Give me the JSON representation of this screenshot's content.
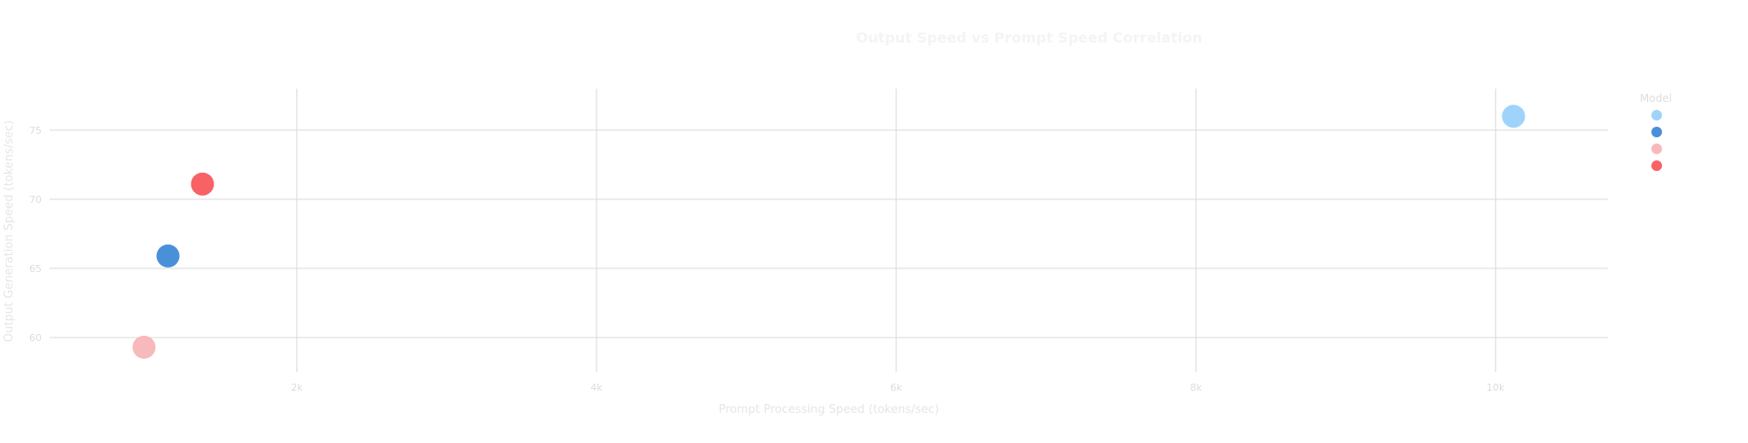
{
  "chart_data": {
    "type": "scatter",
    "title": "Output Speed vs Prompt Speed Correlation",
    "xlabel": "Prompt Processing Speed (tokens/sec)",
    "ylabel": "Output Generation Speed (tokens/sec)",
    "xlim": [
      350,
      10750
    ],
    "ylim": [
      57.5,
      78
    ],
    "x_ticks": [
      2000,
      4000,
      6000,
      8000,
      10000
    ],
    "x_tick_labels": [
      "2k",
      "4k",
      "6k",
      "8k",
      "10k"
    ],
    "y_ticks": [
      60,
      65,
      70,
      75
    ],
    "y_tick_labels": [
      "60",
      "65",
      "70",
      "75"
    ],
    "grid": true,
    "legend_title": "Model",
    "legend_position": "right",
    "series": [
      {
        "name": "",
        "color": "#9fd3fb",
        "points": [
          {
            "x": 10120,
            "y": 76.0
          }
        ]
      },
      {
        "name": "",
        "color": "#4a90d9",
        "points": [
          {
            "x": 1140,
            "y": 65.9
          }
        ]
      },
      {
        "name": "",
        "color": "#f8b9bd",
        "points": [
          {
            "x": 980,
            "y": 59.3
          }
        ]
      },
      {
        "name": "",
        "color": "#f86165",
        "points": [
          {
            "x": 1370,
            "y": 71.1
          }
        ]
      }
    ]
  }
}
